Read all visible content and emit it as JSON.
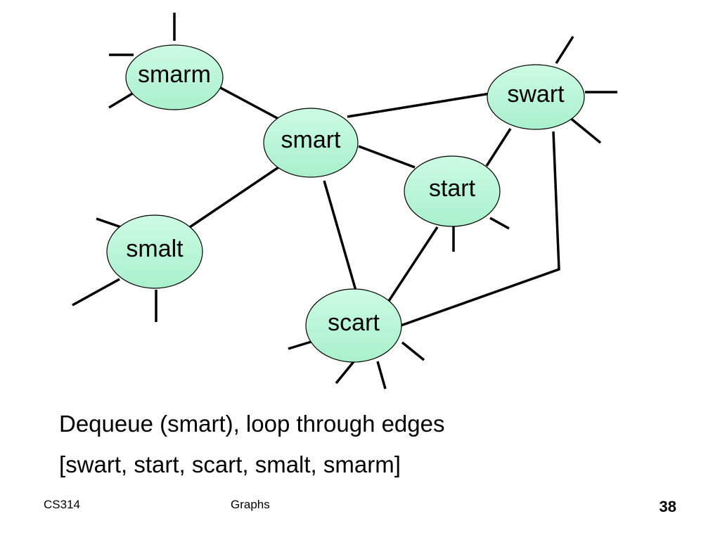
{
  "colors": {
    "node_fill_top": "#cdfbe3",
    "node_fill_bottom": "#a8f0cc",
    "stroke": "#000000",
    "text": "#000000"
  },
  "graph": {
    "nodes": [
      {
        "id": "smarm",
        "label": "smarm"
      },
      {
        "id": "swart",
        "label": "swart"
      },
      {
        "id": "smart",
        "label": "smart"
      },
      {
        "id": "start",
        "label": "start"
      },
      {
        "id": "smalt",
        "label": "smalt"
      },
      {
        "id": "scart",
        "label": "scart"
      }
    ],
    "edges": [
      {
        "from": "smarm",
        "to": "smart"
      },
      {
        "from": "smart",
        "to": "swart"
      },
      {
        "from": "smart",
        "to": "start"
      },
      {
        "from": "smart",
        "to": "smalt"
      },
      {
        "from": "smart",
        "to": "scart"
      },
      {
        "from": "start",
        "to": "swart"
      },
      {
        "from": "start",
        "to": "scart"
      },
      {
        "from": "swart",
        "to": "scart"
      }
    ]
  },
  "body": {
    "line1": "Dequeue (smart), loop through edges",
    "line2": "[swart, start, scart, smalt, smarm]"
  },
  "footer": {
    "left": "CS314",
    "center": "Graphs",
    "page_number": "38"
  }
}
